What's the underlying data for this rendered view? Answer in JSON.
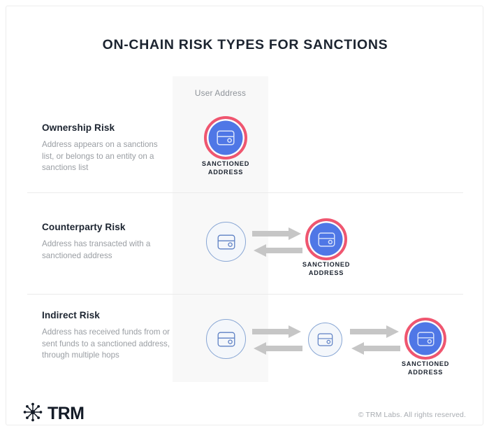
{
  "page": {
    "title": "ON-CHAIN RISK TYPES FOR SANCTIONS"
  },
  "colors": {
    "sanctioned_fill": "#4f77e6",
    "sanctioned_ring": "#f0566f",
    "node_border": "#88a6d4",
    "node_fill": "#f4f7fb",
    "arrow": "#c6c6c6",
    "band": "#f8f8f8",
    "heading": "#1c2430",
    "body_text": "#9a9ea3"
  },
  "column": {
    "label": "User Address"
  },
  "rows": [
    {
      "heading": "Ownership Risk",
      "description": "Address appears on a sanctions list, or belongs to an entity on a sanctions list",
      "node_label_line1": "SANCTIONED",
      "node_label_line2": "ADDRESS"
    },
    {
      "heading": "Counterparty Risk",
      "description": "Address has transacted with a sanctioned address",
      "node_label_line1": "SANCTIONED",
      "node_label_line2": "ADDRESS"
    },
    {
      "heading": "Indirect Risk",
      "description": "Address has received funds from or sent funds to a sanctioned address, through multiple hops",
      "node_label_line1": "SANCTIONED",
      "node_label_line2": "ADDRESS"
    }
  ],
  "footer": {
    "brand": "TRM",
    "copyright": "© TRM Labs. All rights reserved."
  }
}
